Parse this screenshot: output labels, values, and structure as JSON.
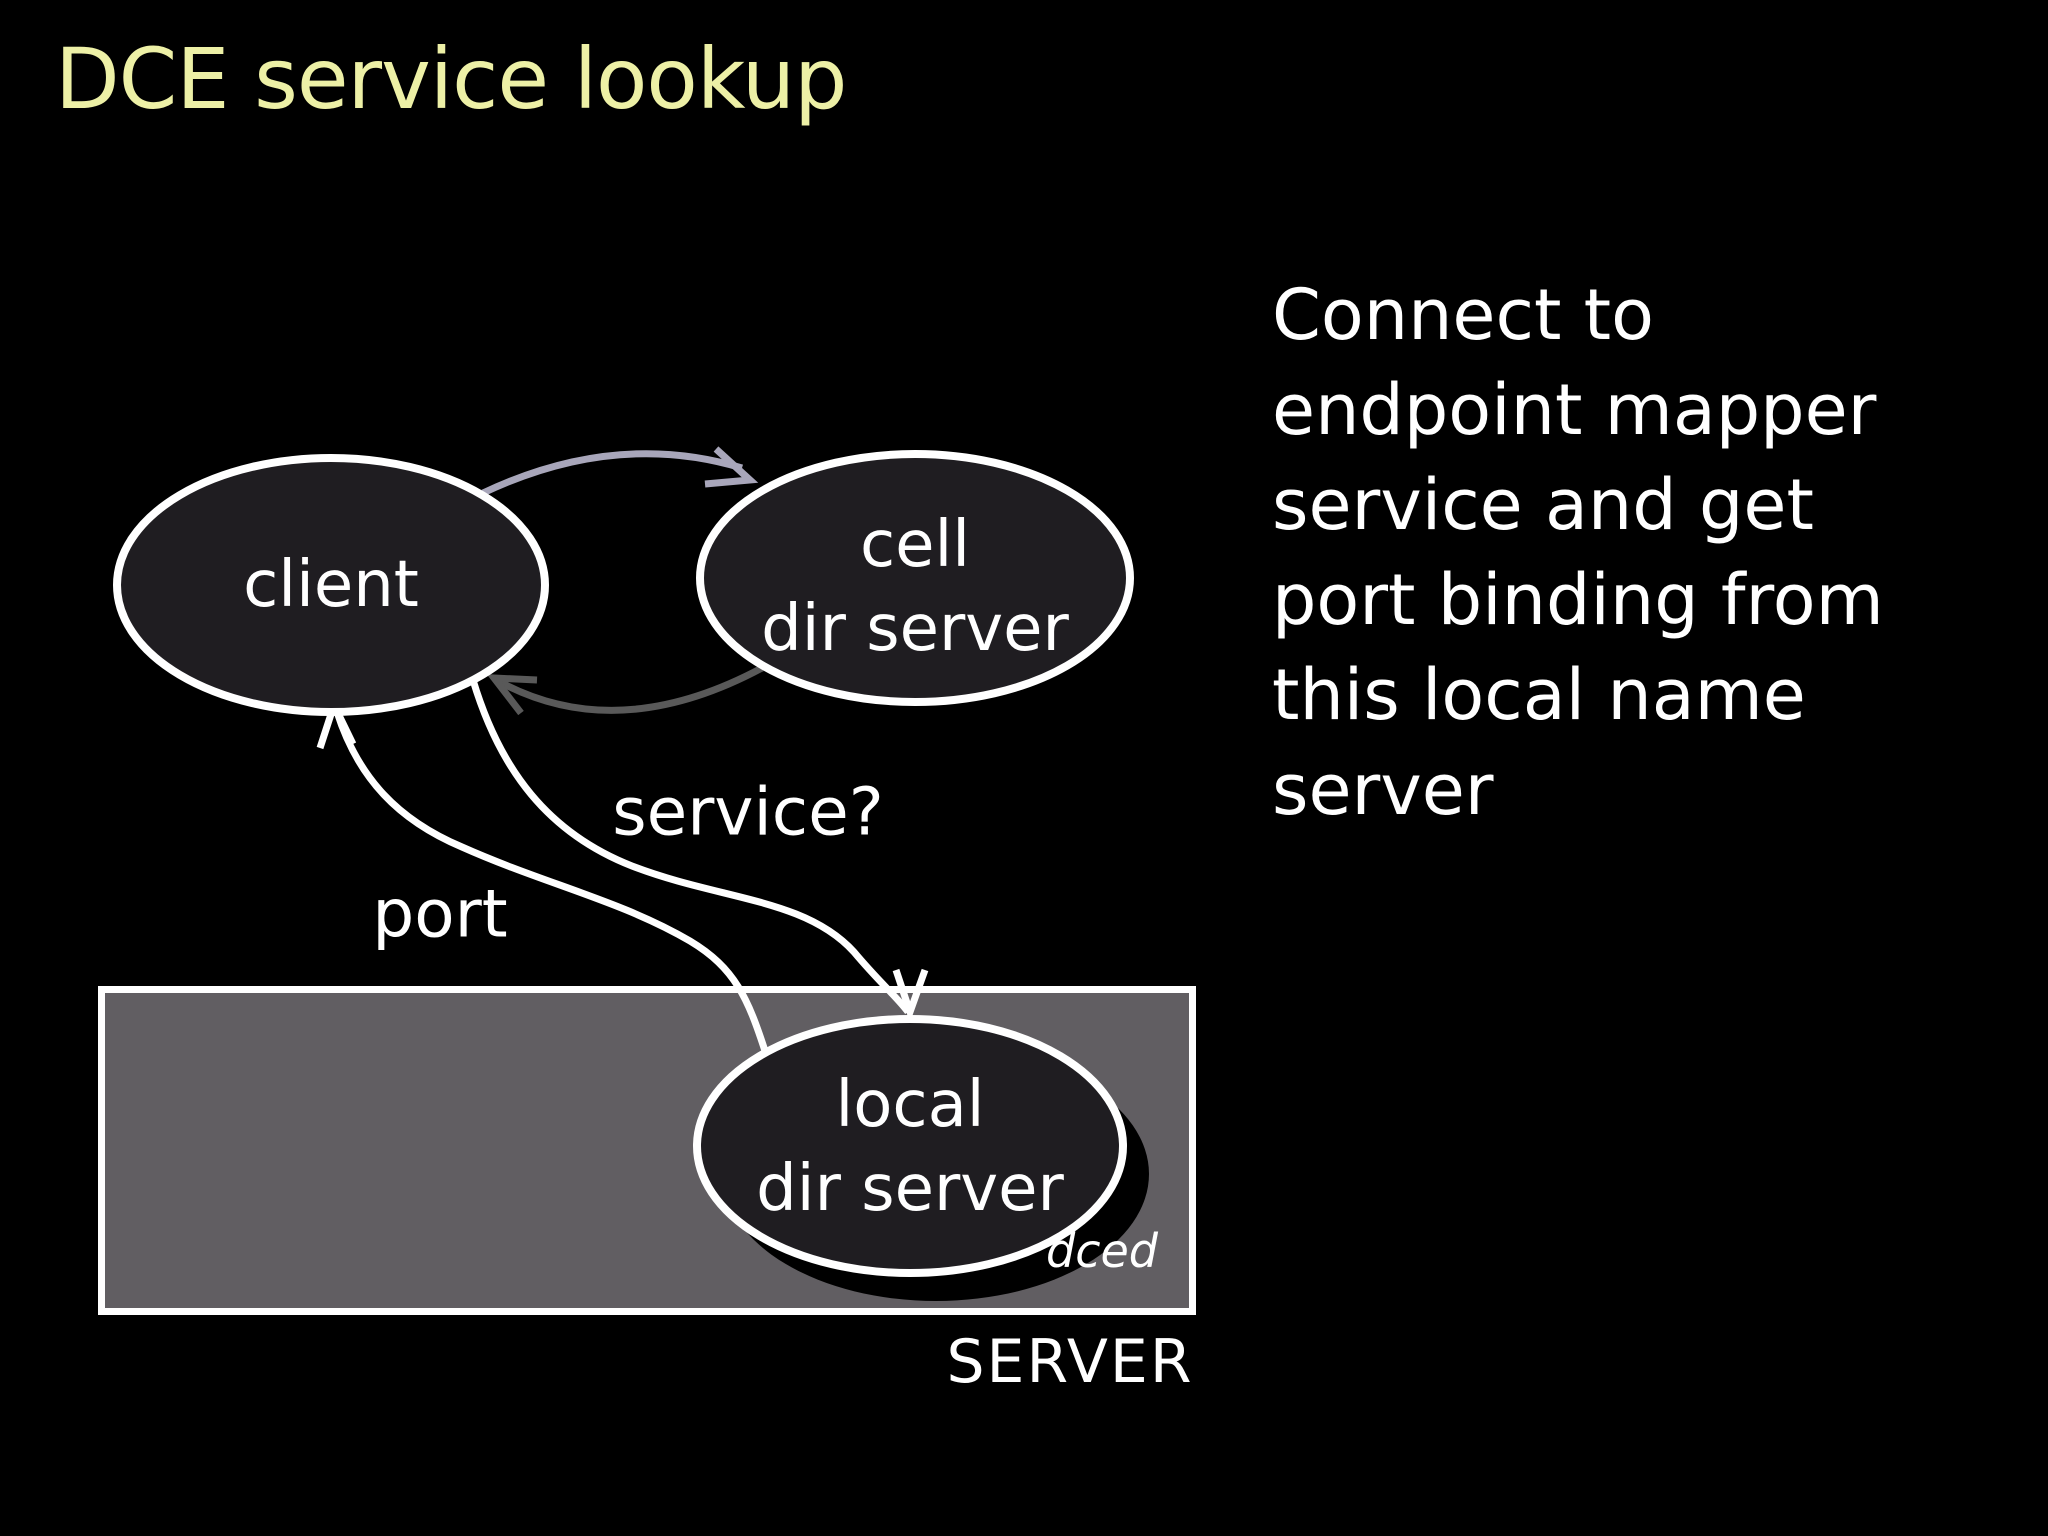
{
  "slide": {
    "title": "DCE service lookup",
    "colors": {
      "background": "#000000",
      "title": "#edf0a6",
      "text": "#ffffff",
      "node_fill": "#1f1d21",
      "node_stroke": "#ffffff",
      "box_fill": "#615e62",
      "box_stroke": "#ffffff",
      "request_arrow": "#a8a6ba",
      "reply_arrow": "#595959",
      "shadow": "#000000"
    }
  },
  "diagram": {
    "client_node": {
      "label": "client"
    },
    "cell_dir_node": {
      "line1": "cell",
      "line2": "dir server"
    },
    "local_dir_node": {
      "line1": "local",
      "line2": "dir server"
    },
    "server_box": {
      "caption": "SERVER",
      "daemon": "dced"
    },
    "edge_labels": {
      "service_query": "service?",
      "port_reply": "port"
    }
  },
  "note": {
    "lines": [
      "Connect to",
      "endpoint mapper",
      "service and get",
      "port binding from",
      "this local name",
      "server"
    ]
  }
}
